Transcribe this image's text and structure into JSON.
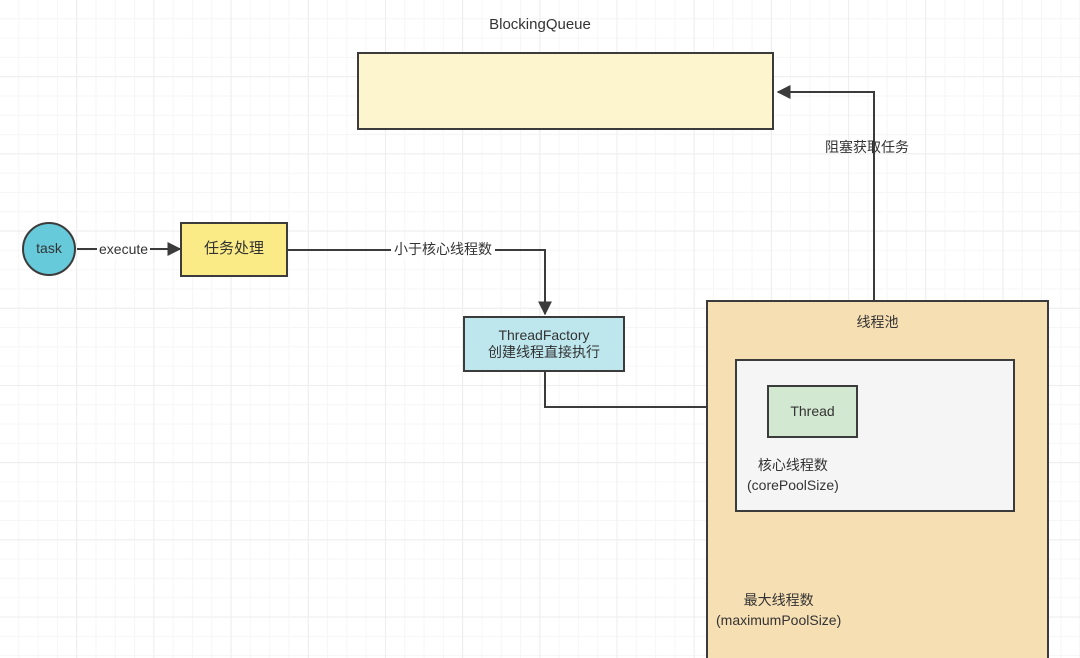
{
  "diagram": {
    "title_note": "Java ThreadPoolExecutor task submission flow",
    "nodes": {
      "blocking_queue_title": "BlockingQueue",
      "blocking_queue_box": "",
      "task": "task",
      "task_handler": "任务处理",
      "thread_factory_line1": "ThreadFactory",
      "thread_factory_line2": "创建线程直接执行",
      "thread_pool_title": "线程池",
      "thread": "Thread",
      "core_pool_line1": "核心线程数",
      "core_pool_line2": "(corePoolSize)",
      "max_pool_line1": "最大线程数",
      "max_pool_line2": "(maximumPoolSize)"
    },
    "edge_labels": {
      "execute": "execute",
      "less_than_core": "小于核心线程数",
      "blocking_get_task": "阻塞获取任务"
    },
    "colors": {
      "blocking_queue_fill": "#fdf5cd",
      "task_fill": "#66cada",
      "task_handler_fill": "#fbeb86",
      "thread_factory_fill": "#bde6ed",
      "thread_pool_fill": "#f7dfb4",
      "core_pool_fill": "#f5f5f5",
      "thread_fill": "#d3e8d0",
      "stroke": "#3b3b3b",
      "text": "#333333",
      "grid_minor": "#f6f6f6",
      "grid_major": "#ededed",
      "background": "#ffffff"
    }
  }
}
